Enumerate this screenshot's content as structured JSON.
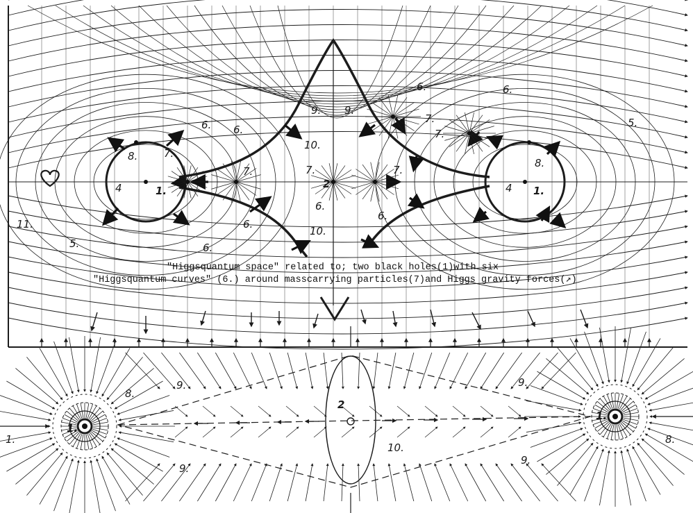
{
  "caption": {
    "line1": "\"Higgsquantum space\" related to; two black holes(1)with six",
    "line2": "\"Higgsquantum curves\" (6.) around masscarrying particles(7)and  Higgs gravity forces(↗)"
  },
  "labels": {
    "one": "1.",
    "two": "2",
    "four": "4",
    "five": "5.",
    "six": "6.",
    "seven": "7.",
    "eight": "8.",
    "nine": "9.",
    "ten": "10.",
    "eleven": "11."
  },
  "icons": [
    "heart-icon",
    "arrow-icon",
    "black-hole-icon",
    "particle-burst-icon"
  ],
  "ink_color": "#1c1c1c",
  "paper_color": "#ffffff"
}
